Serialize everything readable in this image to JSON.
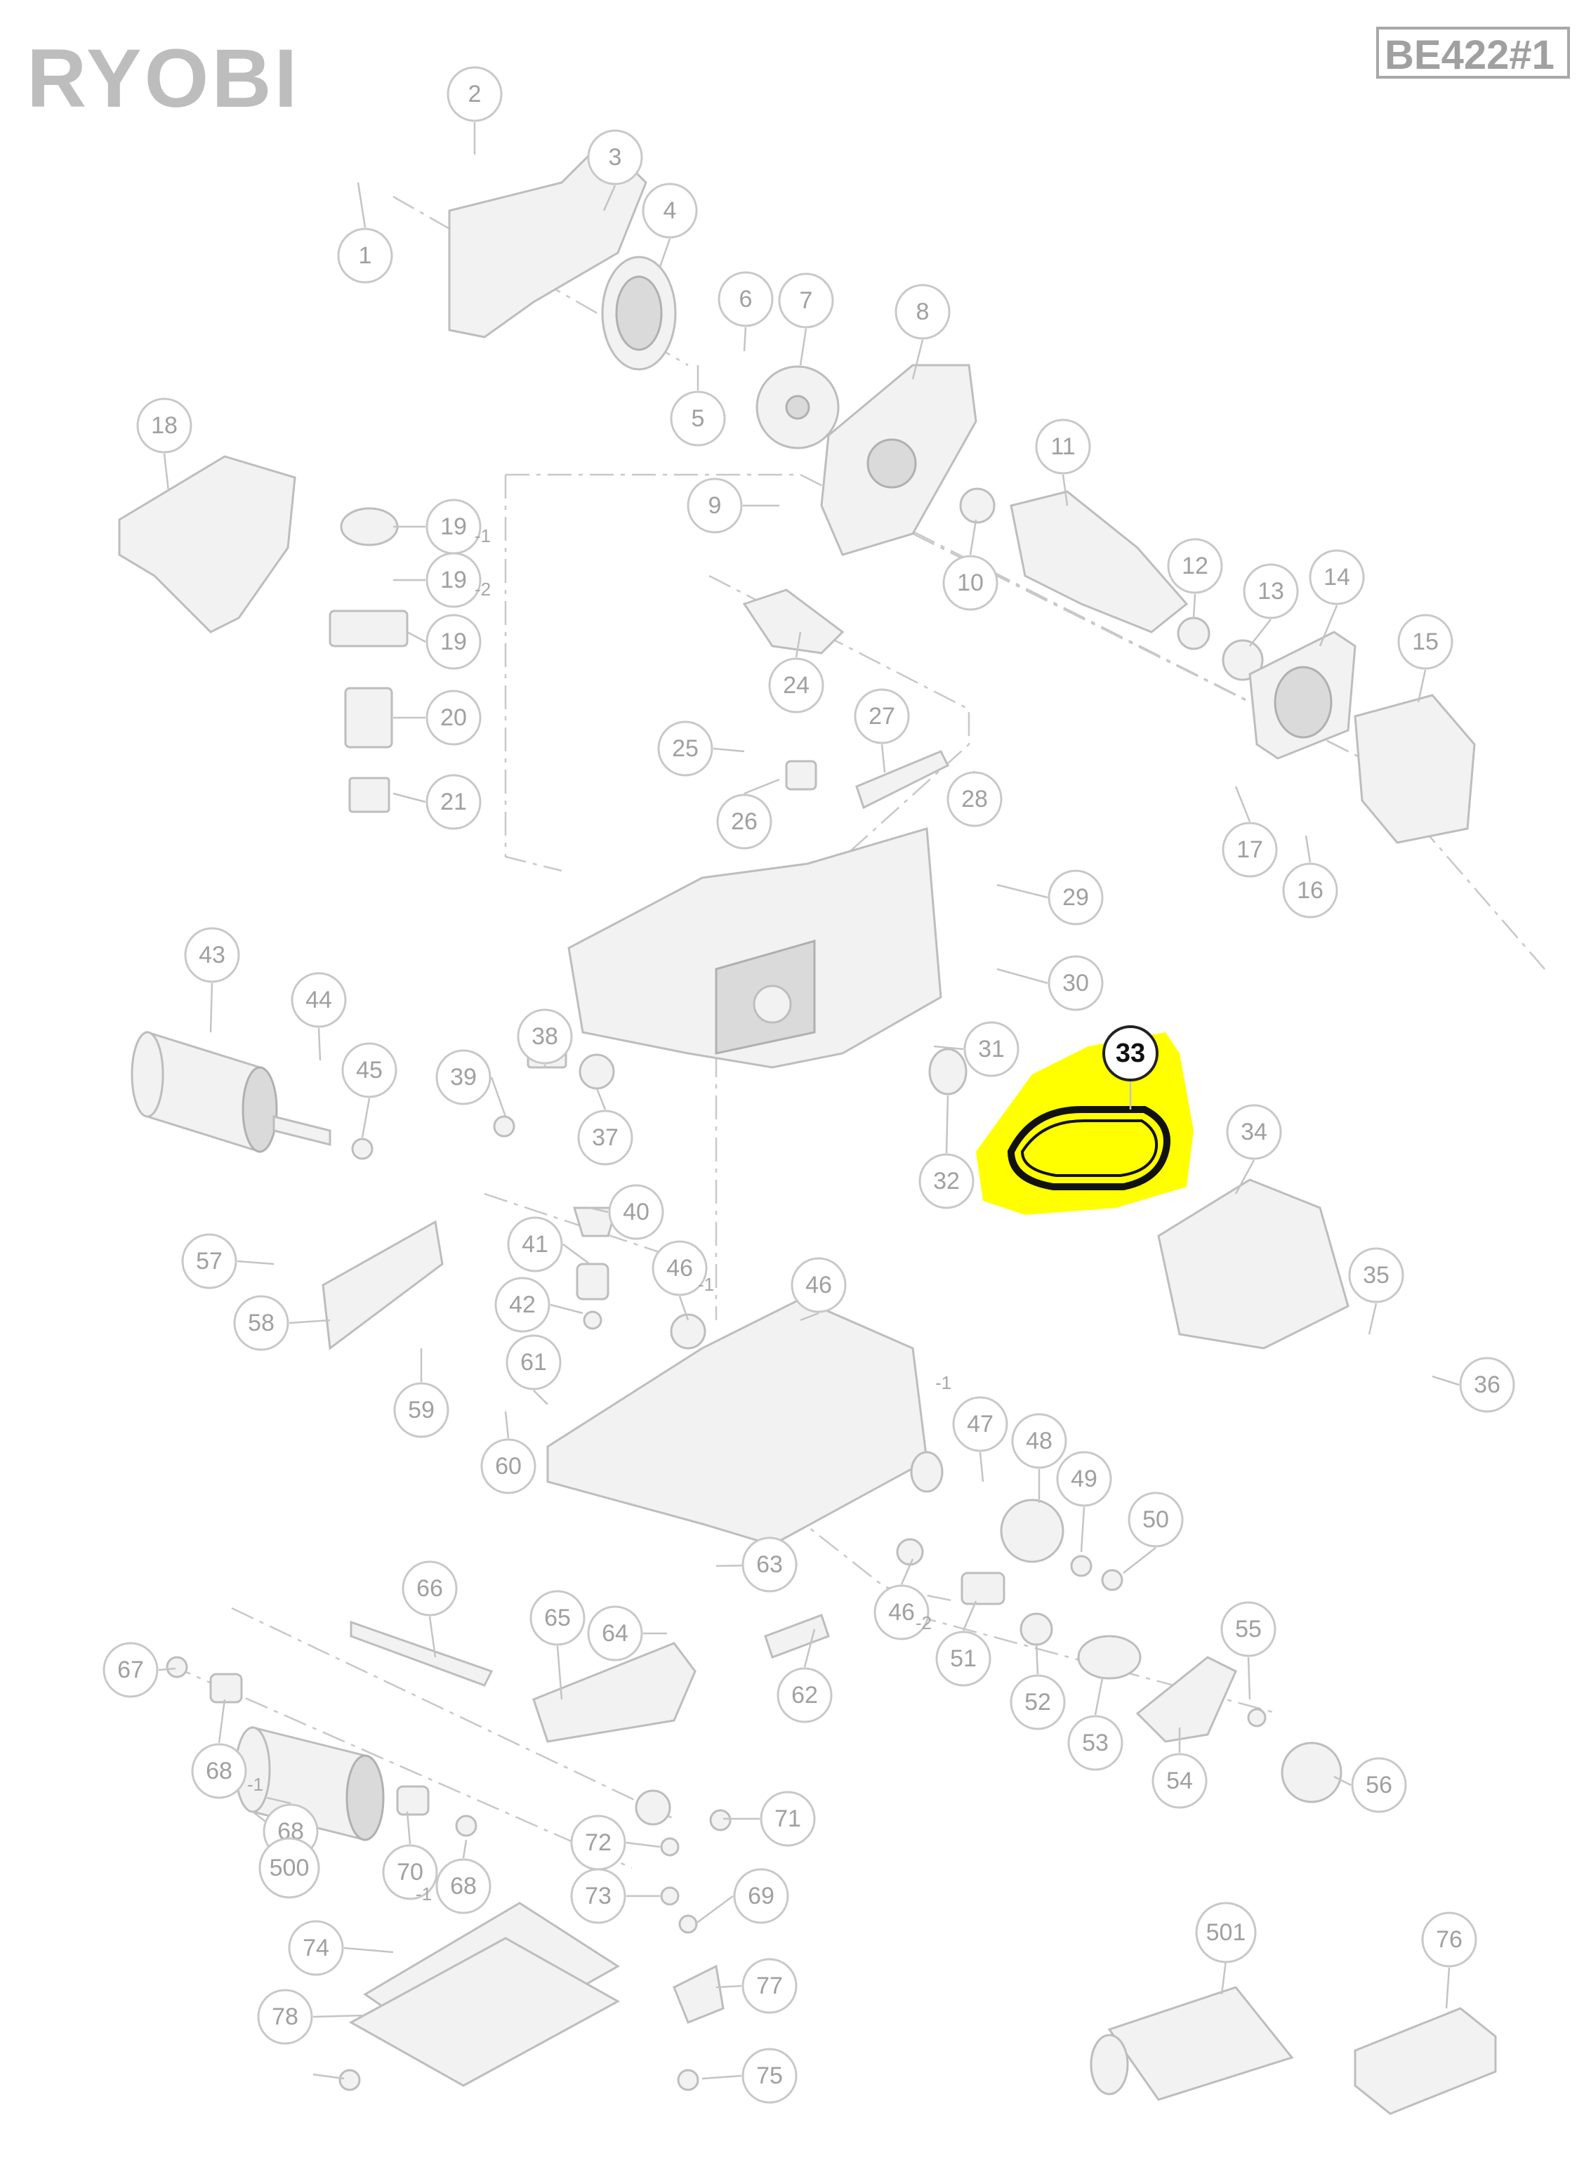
{
  "header": {
    "brand": "RYOBI",
    "model": "BE422#1"
  },
  "highlight": {
    "label": "33",
    "color": "#ffff00"
  },
  "callouts": [
    "2",
    "3",
    "4",
    "1",
    "5",
    "6",
    "7",
    "8",
    "18",
    "19",
    "19",
    "19",
    "20",
    "21",
    "9",
    "11",
    "10",
    "12",
    "13",
    "14",
    "15",
    "24",
    "25",
    "26",
    "27",
    "28",
    "29",
    "30",
    "17",
    "16",
    "43",
    "44",
    "45",
    "39",
    "38",
    "37",
    "31",
    "32",
    "34",
    "40",
    "35",
    "36",
    "41",
    "46",
    "46",
    "42",
    "57",
    "58",
    "59",
    "61",
    "60",
    "47",
    "48",
    "49",
    "50",
    "63",
    "66",
    "65",
    "64",
    "62",
    "46",
    "51",
    "52",
    "53",
    "55",
    "54",
    "56",
    "67",
    "68",
    "68",
    "70",
    "71",
    "72",
    "73",
    "69",
    "68",
    "500",
    "501",
    "76",
    "74",
    "77",
    "78",
    "75"
  ],
  "suffixes": [
    "-1",
    "-2",
    "-1",
    "-1",
    "-2",
    "-1",
    "-1"
  ]
}
